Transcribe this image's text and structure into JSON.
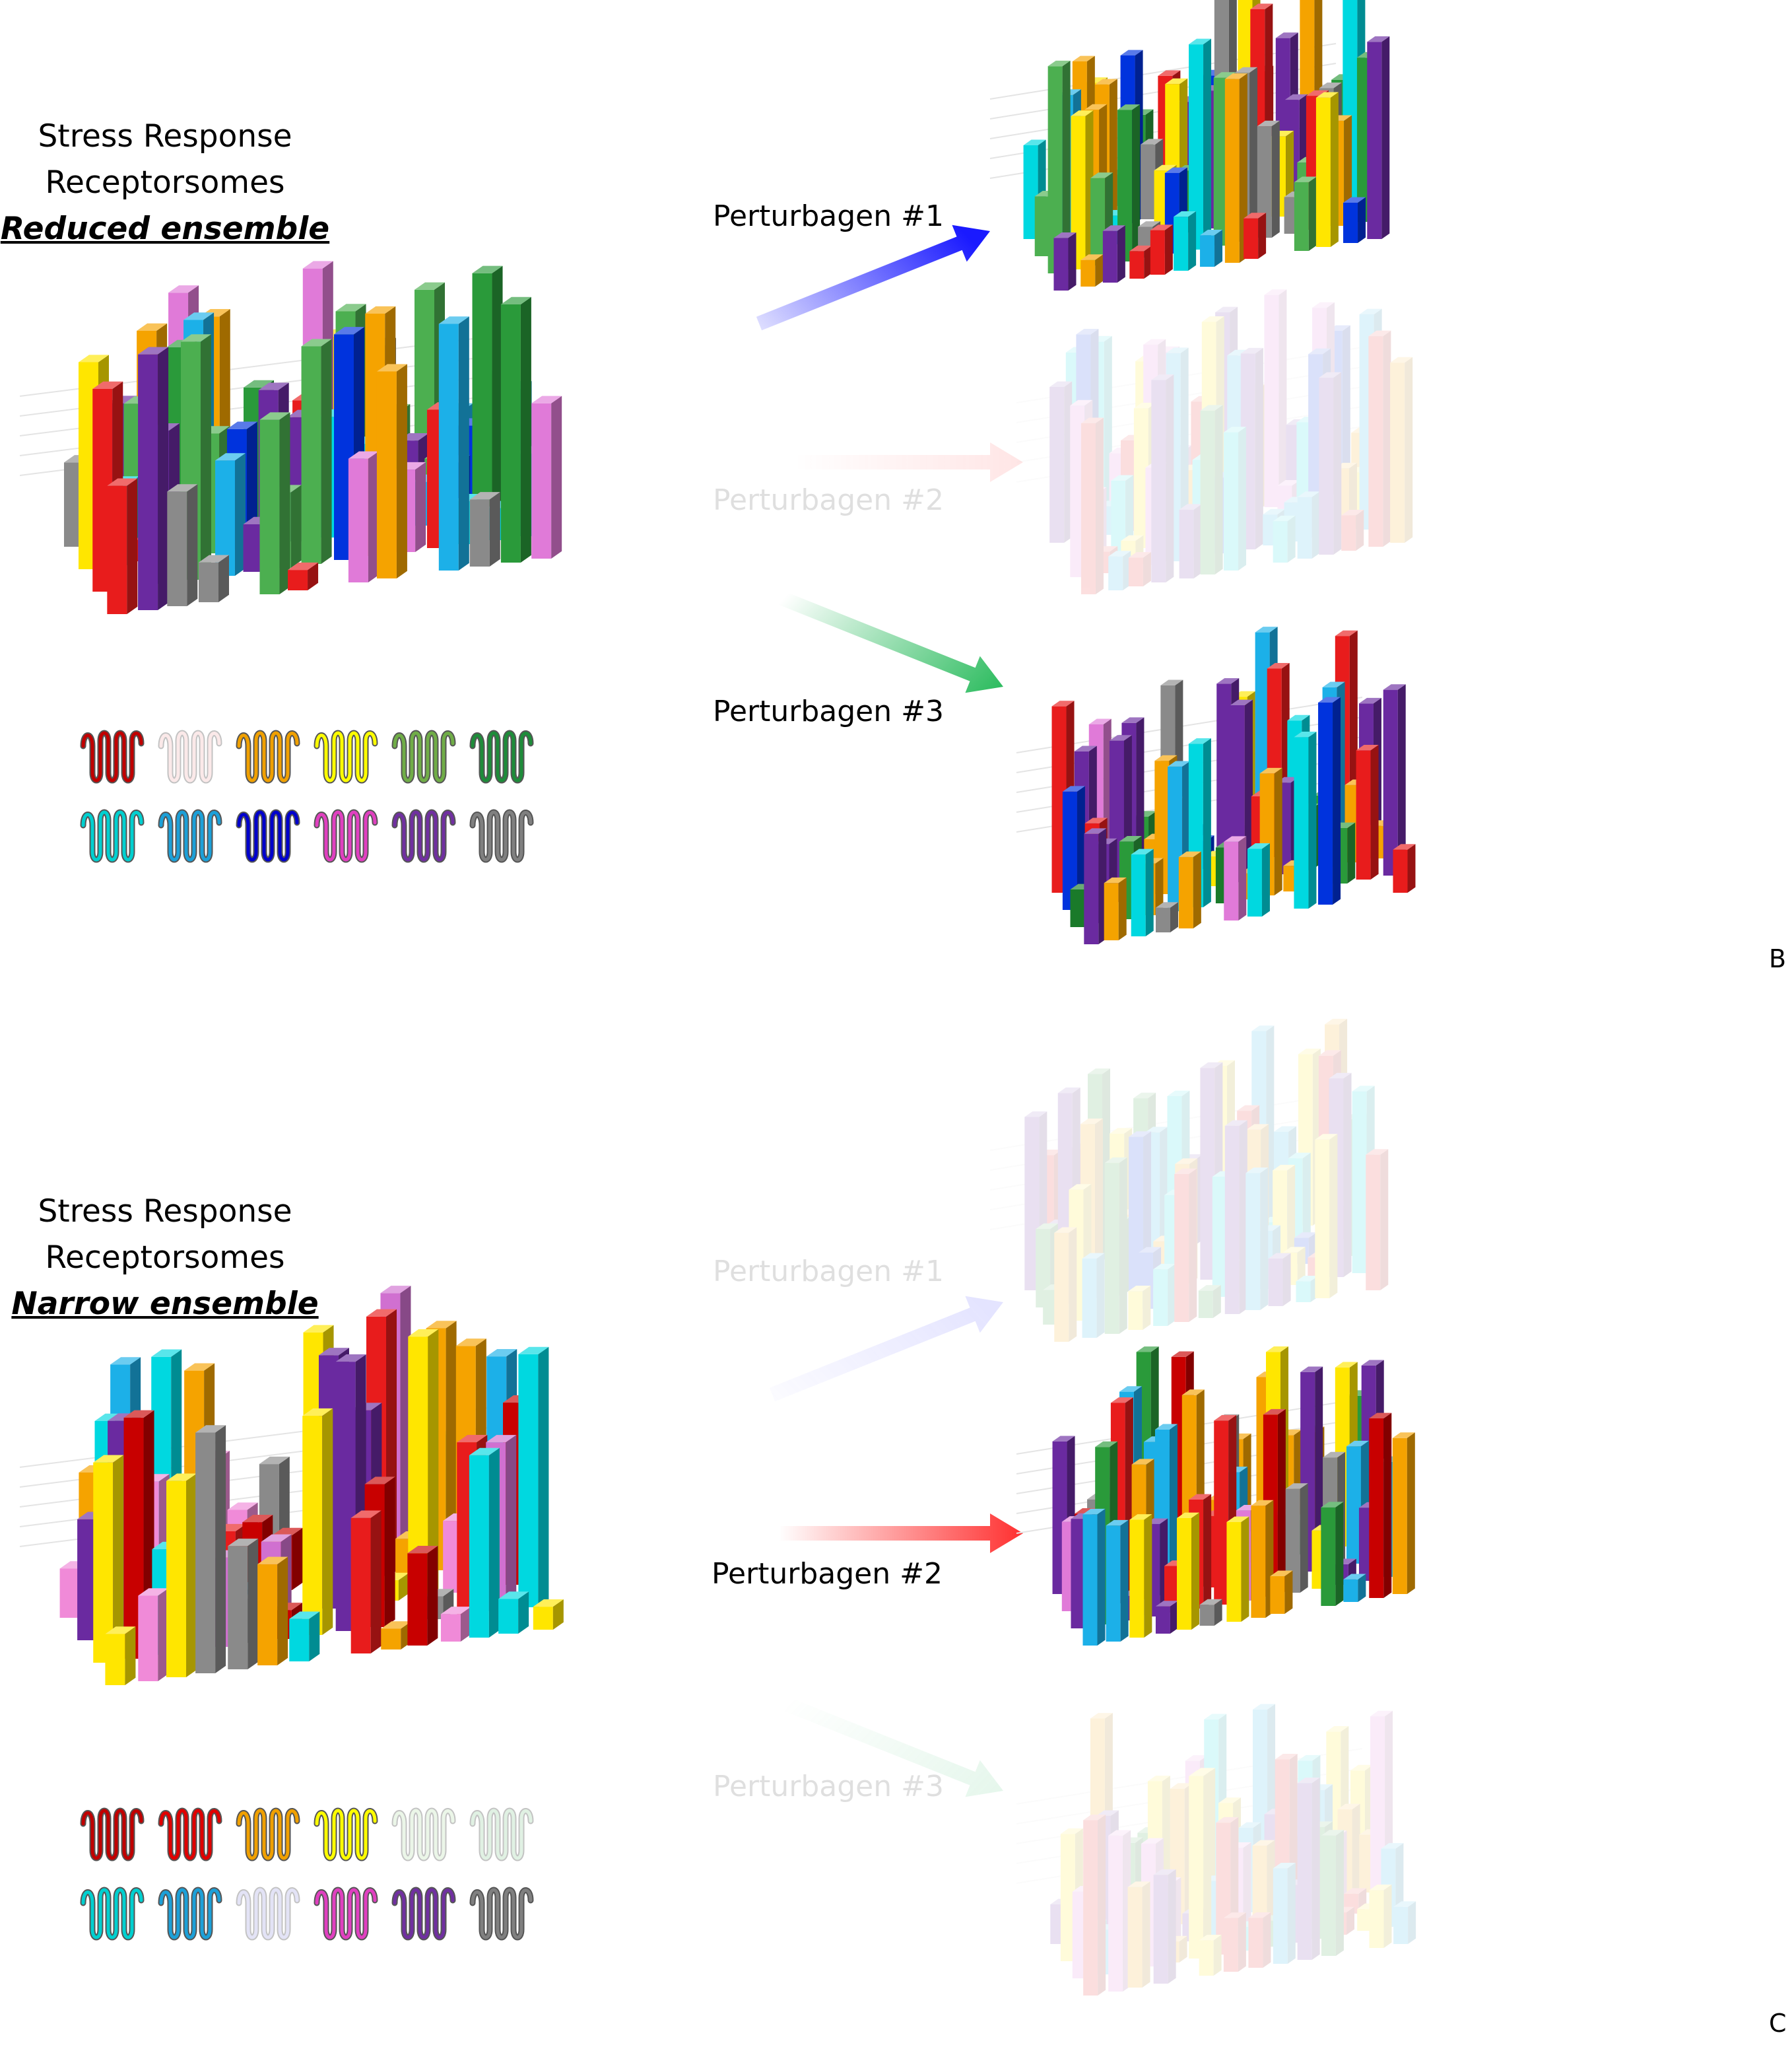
{
  "panels": [
    {
      "id": "B",
      "panel_label": "B",
      "title_line1": "Stress Response",
      "title_line2": "Receptorsomes",
      "title_line3": "Reduced ensemble",
      "legend_receptors": [
        {
          "color": "#c00000",
          "faded": false
        },
        {
          "color": "#f4c2c2",
          "faded": true
        },
        {
          "color": "#f0a000",
          "faded": false
        },
        {
          "color": "#ffff00",
          "faded": false
        },
        {
          "color": "#70ad47",
          "faded": false
        },
        {
          "color": "#1e8c3a",
          "faded": false
        },
        {
          "color": "#00d0d0",
          "faded": false
        },
        {
          "color": "#1ca0d8",
          "faded": false
        },
        {
          "color": "#0000cc",
          "faded": false
        },
        {
          "color": "#e040c0",
          "faded": false
        },
        {
          "color": "#7030a0",
          "faded": false
        },
        {
          "color": "#808080",
          "faded": false
        }
      ],
      "source_palette": [
        "#e81c1c",
        "#ffe600",
        "#f5a300",
        "#2a9a3a",
        "#1cb0e8",
        "#6a2aa0",
        "#e07ad8",
        "#0033dd",
        "#00d8e0",
        "#8a8a8a",
        "#4caf50"
      ],
      "perturbagens": [
        {
          "label": "Perturbagen #1",
          "active": true,
          "arrow_color": "#1a1aff",
          "palette": [
            "#0033dd",
            "#2a9a3a",
            "#1cb0e8",
            "#f5a300",
            "#6a2aa0",
            "#e81c1c",
            "#ffe600",
            "#4caf50",
            "#8a8a8a",
            "#00d8e0"
          ]
        },
        {
          "label": "Perturbagen #2",
          "active": false,
          "arrow_color": "#ff5050",
          "palette": [
            "#e81c1c",
            "#ffe600",
            "#f5a300",
            "#2a9a3a",
            "#1cb0e8",
            "#6a2aa0",
            "#e07ad8",
            "#0033dd",
            "#00d8e0"
          ]
        },
        {
          "label": "Perturbagen #3",
          "active": true,
          "arrow_color": "#11b34a",
          "palette": [
            "#2a9a3a",
            "#1a7a2a",
            "#f5a300",
            "#ffe600",
            "#1cb0e8",
            "#e81c1c",
            "#6a2aa0",
            "#e07ad8",
            "#0033dd",
            "#8a8a8a",
            "#00d8e0"
          ]
        }
      ]
    },
    {
      "id": "C",
      "panel_label": "C",
      "title_line1": "Stress Response",
      "title_line2": "Receptorsomes",
      "title_line3": "Narrow ensemble",
      "legend_receptors": [
        {
          "color": "#c00000",
          "faded": false
        },
        {
          "color": "#e00000",
          "faded": false
        },
        {
          "color": "#f0a000",
          "faded": false
        },
        {
          "color": "#ffff00",
          "faded": false
        },
        {
          "color": "#c8e6c0",
          "faded": true
        },
        {
          "color": "#a8d8b0",
          "faded": true
        },
        {
          "color": "#00d0d0",
          "faded": false
        },
        {
          "color": "#1ca0d8",
          "faded": false
        },
        {
          "color": "#b0b0e8",
          "faded": true
        },
        {
          "color": "#e040c0",
          "faded": false
        },
        {
          "color": "#7030a0",
          "faded": false
        },
        {
          "color": "#808080",
          "faded": false
        }
      ],
      "source_palette": [
        "#e81c1c",
        "#f08ad8",
        "#f5a300",
        "#ffe600",
        "#d070d0",
        "#1cb0e8",
        "#6a2aa0",
        "#c80000",
        "#00d8e0",
        "#8a8a8a"
      ],
      "perturbagens": [
        {
          "label": "Perturbagen #1",
          "active": false,
          "arrow_color": "#5050ff",
          "palette": [
            "#0033dd",
            "#2a9a3a",
            "#1cb0e8",
            "#f5a300",
            "#6a2aa0",
            "#e81c1c",
            "#ffe600",
            "#00d8e0"
          ]
        },
        {
          "label": "Perturbagen #2",
          "active": true,
          "arrow_color": "#ff2a2a",
          "palette": [
            "#e81c1c",
            "#ffe600",
            "#f5a300",
            "#2a9a3a",
            "#1cb0e8",
            "#6a2aa0",
            "#e07ad8",
            "#c80000",
            "#8a8a8a"
          ]
        },
        {
          "label": "Perturbagen #3",
          "active": false,
          "arrow_color": "#40c070",
          "palette": [
            "#2a9a3a",
            "#f5a300",
            "#ffe600",
            "#1cb0e8",
            "#e81c1c",
            "#6a2aa0",
            "#e07ad8",
            "#00d8e0"
          ]
        }
      ]
    }
  ]
}
